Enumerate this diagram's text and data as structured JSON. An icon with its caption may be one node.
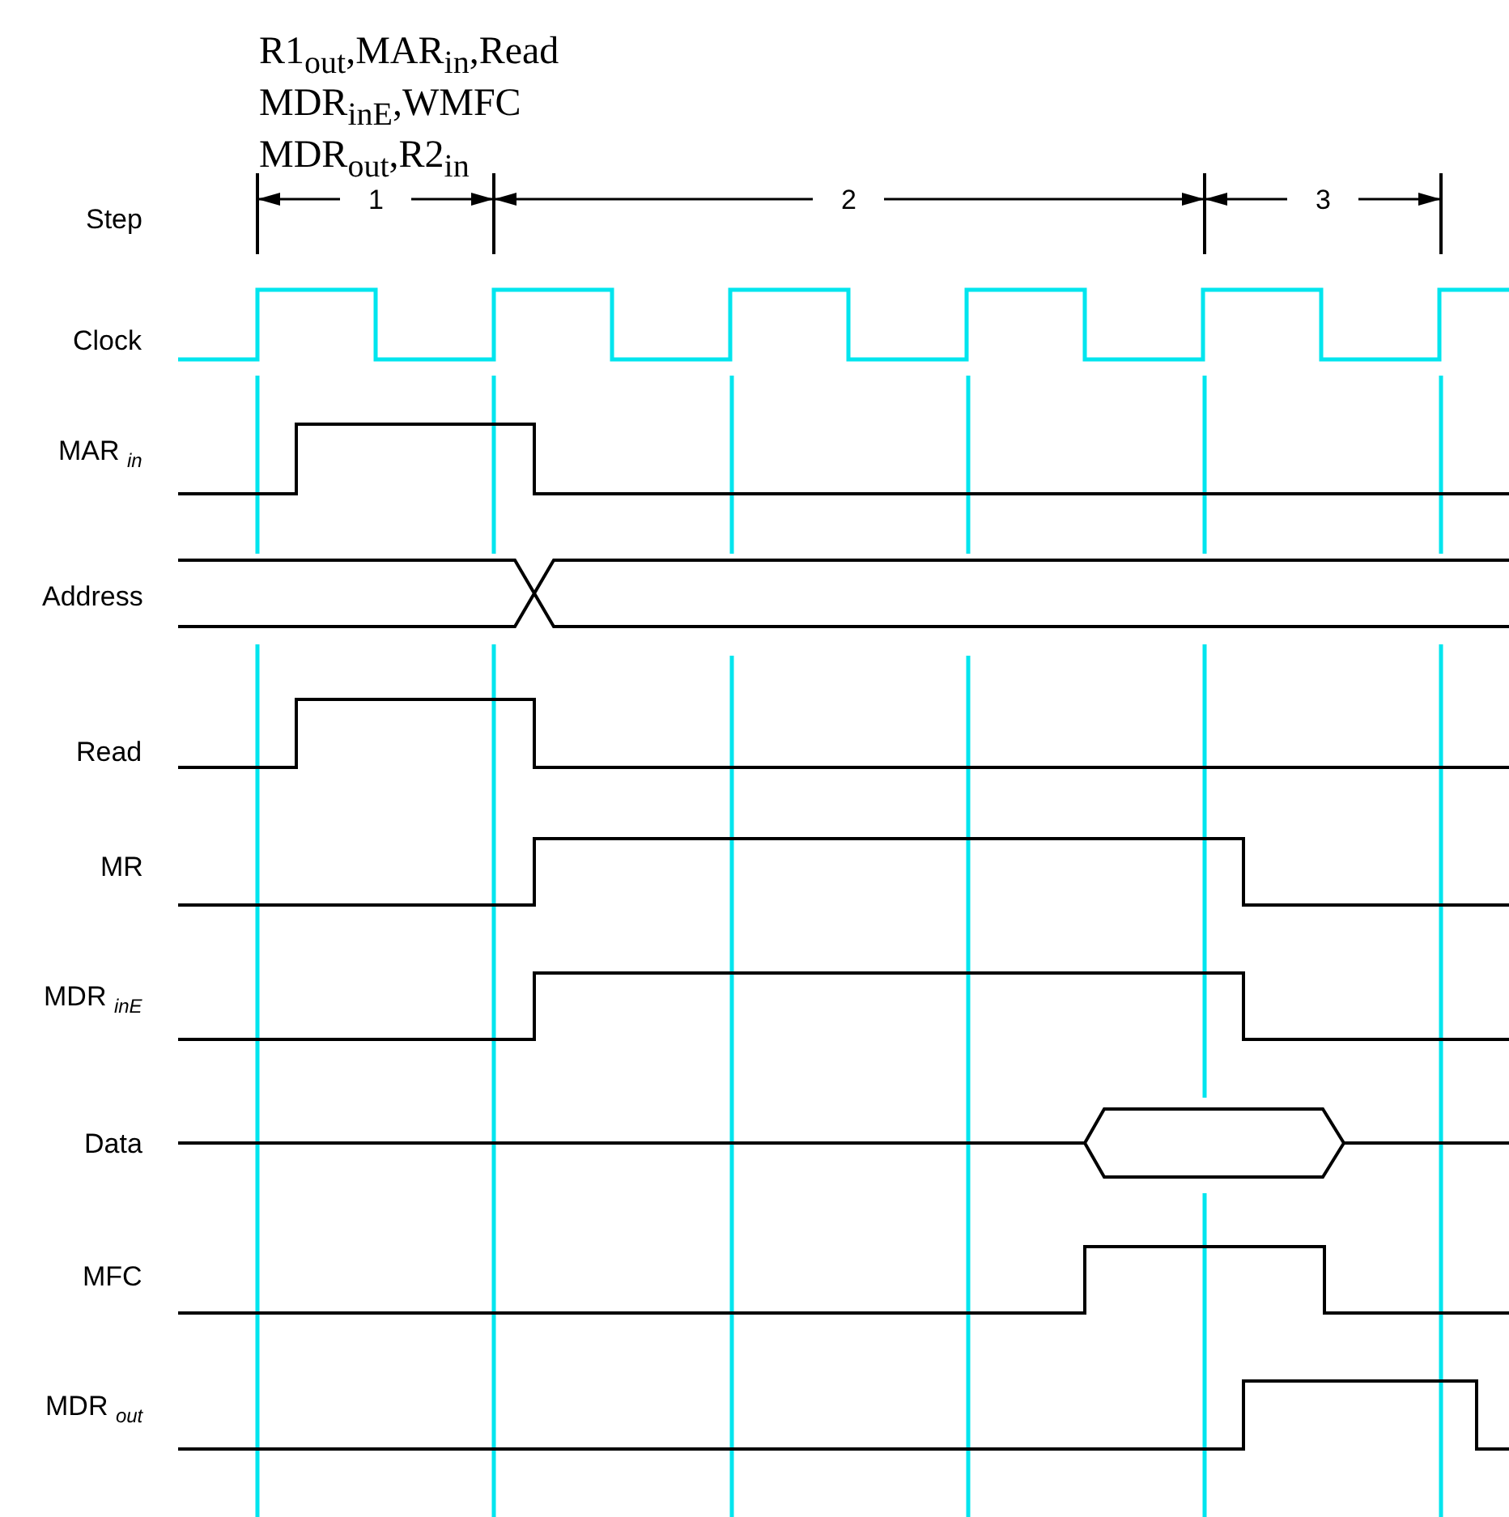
{
  "diagram": {
    "labels": [
      "R1$_{out}$,MAR$_{in}$,Read",
      "MDR$_{inE}$,WMFC",
      "MDR$_{out}$,R2$_{in}$",
      "Step",
      "1",
      "2",
      "3",
      "Clock",
      "MAR $_{in}$",
      "Address",
      "Read",
      "MR",
      "MDR $_{inE}$",
      "Data",
      "MFC",
      "MDR $_{out}$"
    ]
  }
}
